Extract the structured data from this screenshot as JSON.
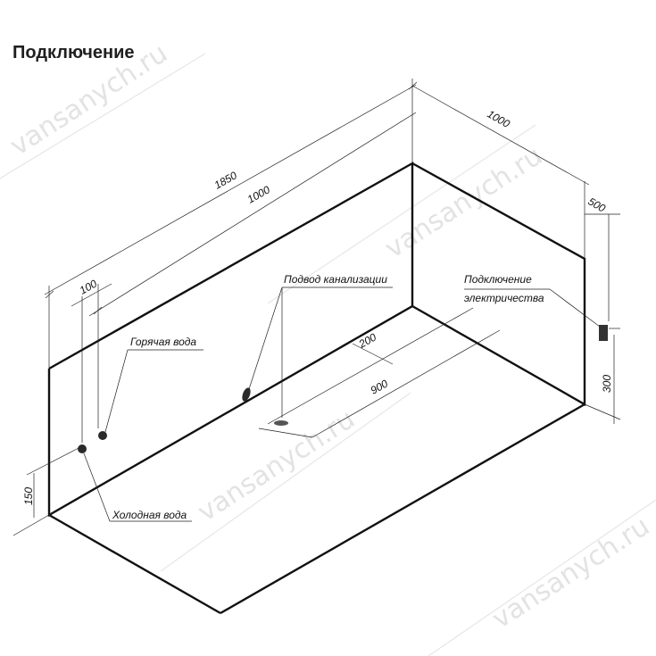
{
  "title": "Подключение",
  "watermark": "vansanych.ru",
  "dimensions": {
    "total_length": "1850",
    "zone_length": "1000",
    "hot_offset": "100",
    "depth": "1000",
    "elec_offset": "500",
    "drain_offset": "200",
    "drain_length": "900",
    "elec_height": "300",
    "cold_height": "150"
  },
  "labels": {
    "hot_water": "Горячая вода",
    "cold_water": "Холодная вода",
    "drain": "Подвод канализации",
    "electric_line1": "Подключение",
    "electric_line2": "электричества"
  },
  "colors": {
    "line": "#111111",
    "watermark": "#e3e3e3",
    "fixture": "#2a2a2a"
  }
}
